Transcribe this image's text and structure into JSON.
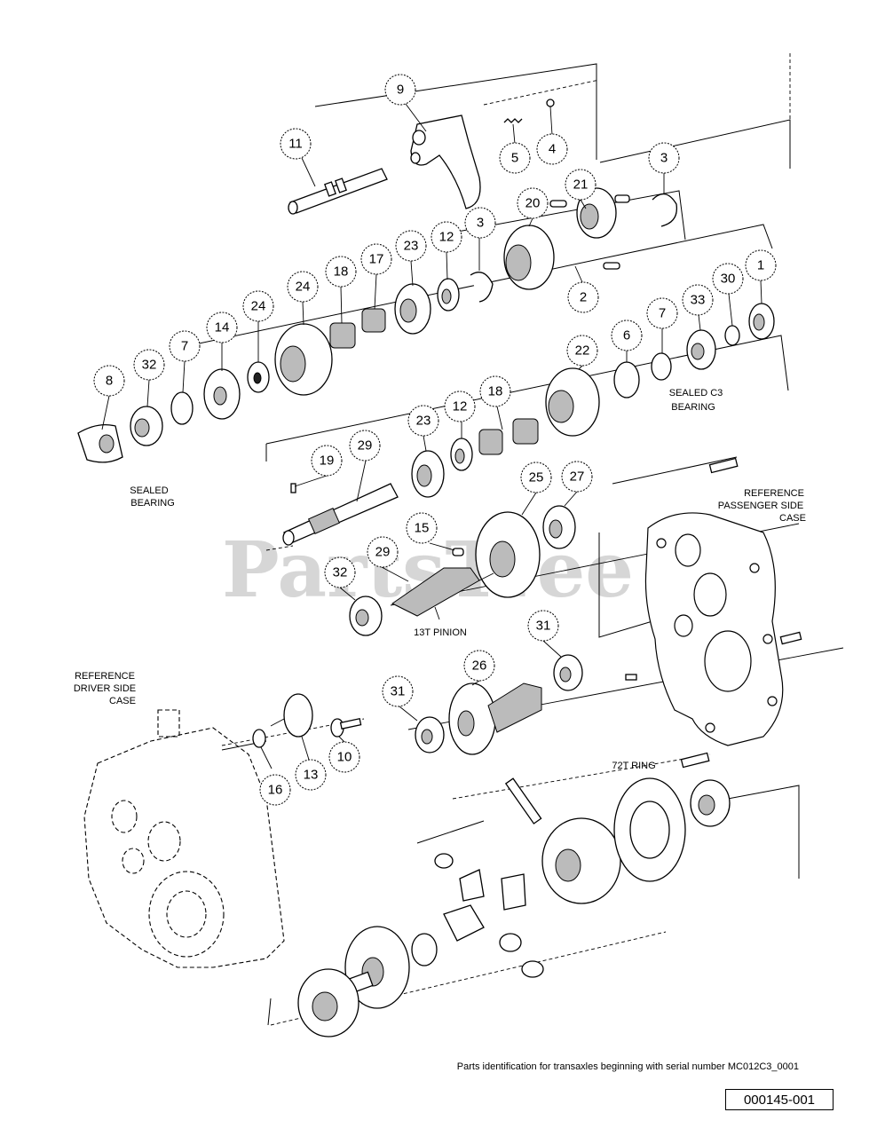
{
  "watermark": "PartsTree",
  "labels": {
    "sealed_bearing": [
      "SEALED",
      "BEARING"
    ],
    "sealed_c3_bearing": [
      "SEALED C3",
      "BEARING"
    ],
    "ref_passenger": [
      "REFERENCE",
      "PASSENGER SIDE",
      "CASE"
    ],
    "ref_driver": [
      "REFERENCE",
      "DRIVER SIDE",
      "CASE"
    ],
    "pinion": "13T PINION",
    "ring": "72T RING"
  },
  "callouts": {
    "c9": "9",
    "c11": "11",
    "c5": "5",
    "c4": "4",
    "c3a": "3",
    "c21": "21",
    "c20": "20",
    "c3b": "3",
    "c12a": "12",
    "c23a": "23",
    "c17": "17",
    "c18a": "18",
    "c24a": "24",
    "c2": "2",
    "c1": "1",
    "c30": "30",
    "c33": "33",
    "c7a": "7",
    "c6": "6",
    "c22": "22",
    "c24b": "24",
    "c14": "14",
    "c7b": "7",
    "c32a": "32",
    "c8": "8",
    "c18b": "18",
    "c12b": "12",
    "c23b": "23",
    "c29a": "29",
    "c19": "19",
    "c25": "25",
    "c27": "27",
    "c15": "15",
    "c29b": "29",
    "c32b": "32",
    "c31a": "31",
    "c26": "26",
    "c31b": "31",
    "c13": "13",
    "c10": "10",
    "c16": "16"
  },
  "caption": "Parts identification for transaxles beginning with serial number MC012C3_0001",
  "figure_id": "000145-001"
}
